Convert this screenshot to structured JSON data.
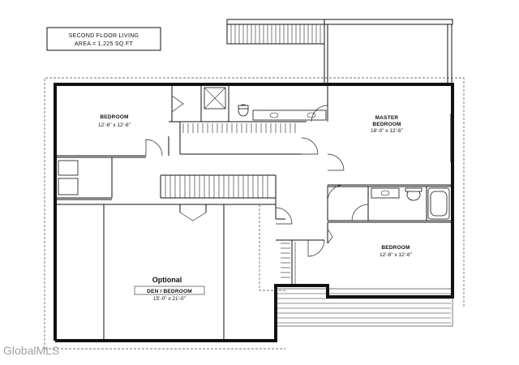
{
  "plan_note": {
    "line1": "SECOND FLOOR LIVING",
    "line2": "AREA = 1,225 SQ FT"
  },
  "rooms": {
    "bedroom_nw": {
      "name": "BEDROOM",
      "dims": "12'-6\" x 12'-6\""
    },
    "master": {
      "name_line1": "MASTER",
      "name_line2": "BEDROOM",
      "dims": "18'-0\" x 12'-6\""
    },
    "bedroom_se": {
      "name": "BEDROOM",
      "dims": "12'-6\" x 12'-6\""
    },
    "den": {
      "optional": "Optional",
      "name": "DEN / BEDROOM",
      "dims": "15'-0\" x 21'-0\""
    }
  },
  "watermark": "GlobalMLS"
}
